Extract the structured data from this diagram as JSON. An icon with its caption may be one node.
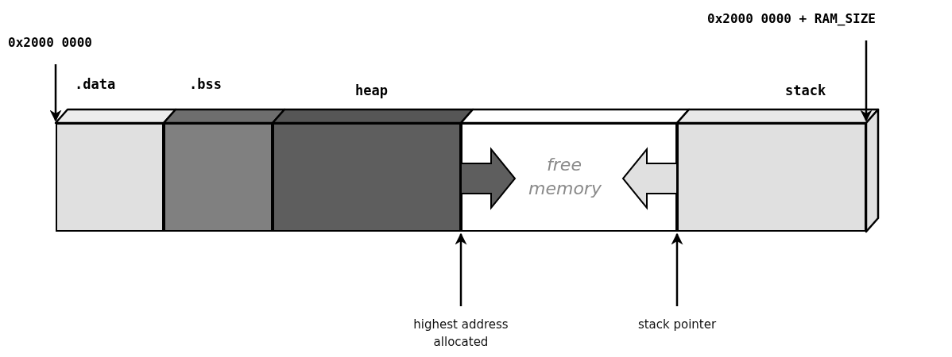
{
  "diagram": {
    "nodes": [
      {
        "text": [
          ".data"
        ]
      },
      {
        "text": [
          ".bss"
        ]
      },
      {
        "text": [
          "heap"
        ]
      },
      {
        "text": [
          "free memory"
        ]
      },
      {
        "text": [
          "stack"
        ]
      },
      {
        "text": [
          "0x2000 0000"
        ]
      },
      {
        "text": [
          "0x2000 0000 + RAM_SIZE"
        ]
      },
      {
        "text": [
          "highest address allocated"
        ]
      },
      {
        "text": [
          "stack pointer"
        ]
      }
    ],
    "edges": [
      {
        "from": 5,
        "to": 0,
        "arrow": "to"
      },
      {
        "from": 6,
        "to": 4,
        "arrow": "to"
      },
      {
        "from": 7,
        "to": 2,
        "arrow": "to"
      },
      {
        "from": 8,
        "to": 4,
        "arrow": "to"
      }
    ]
  }
}
